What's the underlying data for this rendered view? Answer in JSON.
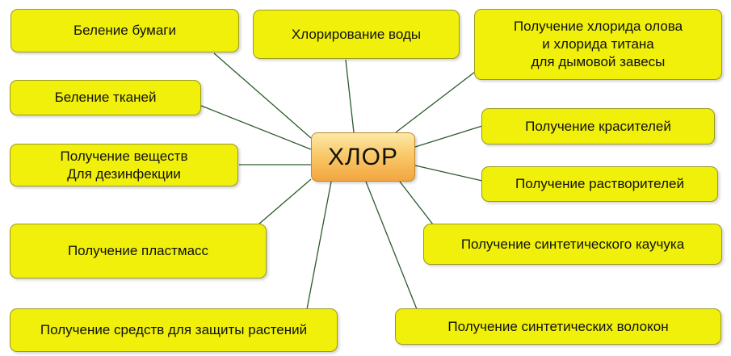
{
  "center": {
    "label": "ХЛОР"
  },
  "uses": [
    {
      "id": "paper",
      "lines": [
        "Беление бумаги"
      ]
    },
    {
      "id": "water",
      "lines": [
        "Хлорирование воды"
      ]
    },
    {
      "id": "smoke",
      "lines": [
        "Получение хлорида олова",
        "и хлорида титана",
        "для дымовой завесы"
      ]
    },
    {
      "id": "fabric",
      "lines": [
        "Беление тканей"
      ]
    },
    {
      "id": "dyes",
      "lines": [
        "Получение красителей"
      ]
    },
    {
      "id": "disinfect",
      "lines": [
        "Получение веществ",
        "Для дезинфекции"
      ]
    },
    {
      "id": "solvents",
      "lines": [
        "Получение растворителей"
      ]
    },
    {
      "id": "rubber",
      "lines": [
        "Получение синтетического каучука"
      ]
    },
    {
      "id": "plastics",
      "lines": [
        "Получение пластмасс"
      ]
    },
    {
      "id": "plants",
      "lines": [
        "Получение средств для защиты растений"
      ]
    },
    {
      "id": "fibers",
      "lines": [
        "Получение синтетических волокон"
      ]
    }
  ],
  "colors": {
    "box_fill": "#f0f00a",
    "connector": "#2d5a2d",
    "center_fill": "#f9c96a"
  }
}
